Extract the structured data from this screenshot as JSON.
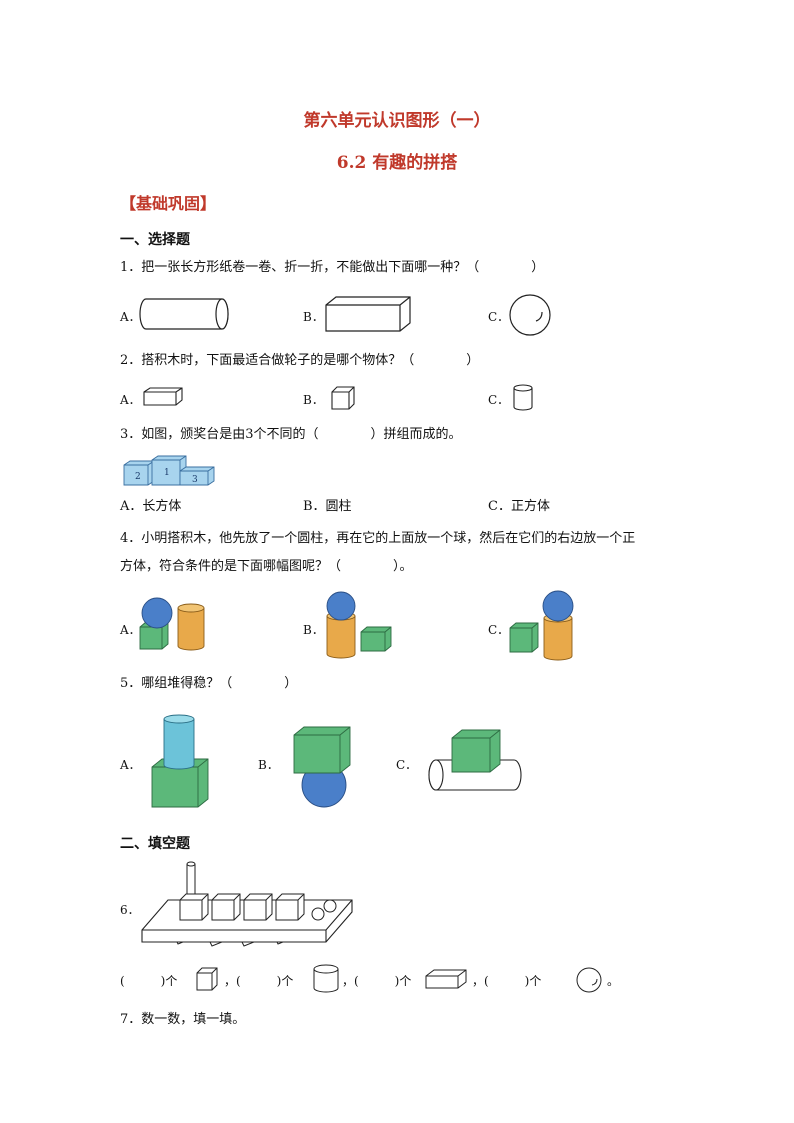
{
  "header": {
    "unit_title": "第六单元认识图形（一）",
    "lesson_title": "6.2 有趣的拼搭"
  },
  "section_label": "【基础巩固】",
  "part1": {
    "heading": "一、选择题",
    "q1": {
      "text": "1．把一张长方形纸卷一卷、折一折，不能做出下面哪一种？（　　　　）",
      "options": [
        "A．",
        "B．",
        "C．"
      ]
    },
    "q2": {
      "text": "2．搭积木时，下面最适合做轮子的是哪个物体？（　　　　）",
      "options": [
        "A．",
        "B．",
        "C．"
      ]
    },
    "q3": {
      "text": "3．如图，颁奖台是由3个不同的（　　　　）拼组而成的。",
      "podium_labels": [
        "2",
        "1",
        "3"
      ],
      "options": [
        "A．长方体",
        "B．圆柱",
        "C．正方体"
      ]
    },
    "q4": {
      "line1": "4．小明搭积木，他先放了一个圆柱，再在它的上面放一个球，然后在它们的右边放一个正",
      "line2": "方体，符合条件的是下面哪幅图呢？（　　　　）。",
      "options": [
        "A．",
        "B．",
        "C．"
      ]
    },
    "q5": {
      "text": "5．哪组堆得稳？（　　　　）",
      "options": [
        "A．",
        "B．",
        "C．"
      ]
    }
  },
  "part2": {
    "heading": "二、填空题",
    "q6": {
      "number": "6．",
      "blanks": [
        "(　　　)个",
        "，(　　　)个",
        "，(　　　)个",
        "，(　　　)个",
        "。"
      ]
    },
    "q7": {
      "text": "7．数一数，填一填。"
    }
  },
  "colors": {
    "title_red": "#c0392b",
    "cube_green": "#5cb87a",
    "sphere_blue": "#4a7fc9",
    "cylinder_orange": "#e8a94a",
    "cylinder_cyan": "#6cc3d9",
    "podium_blue": "#a8d4ee"
  }
}
